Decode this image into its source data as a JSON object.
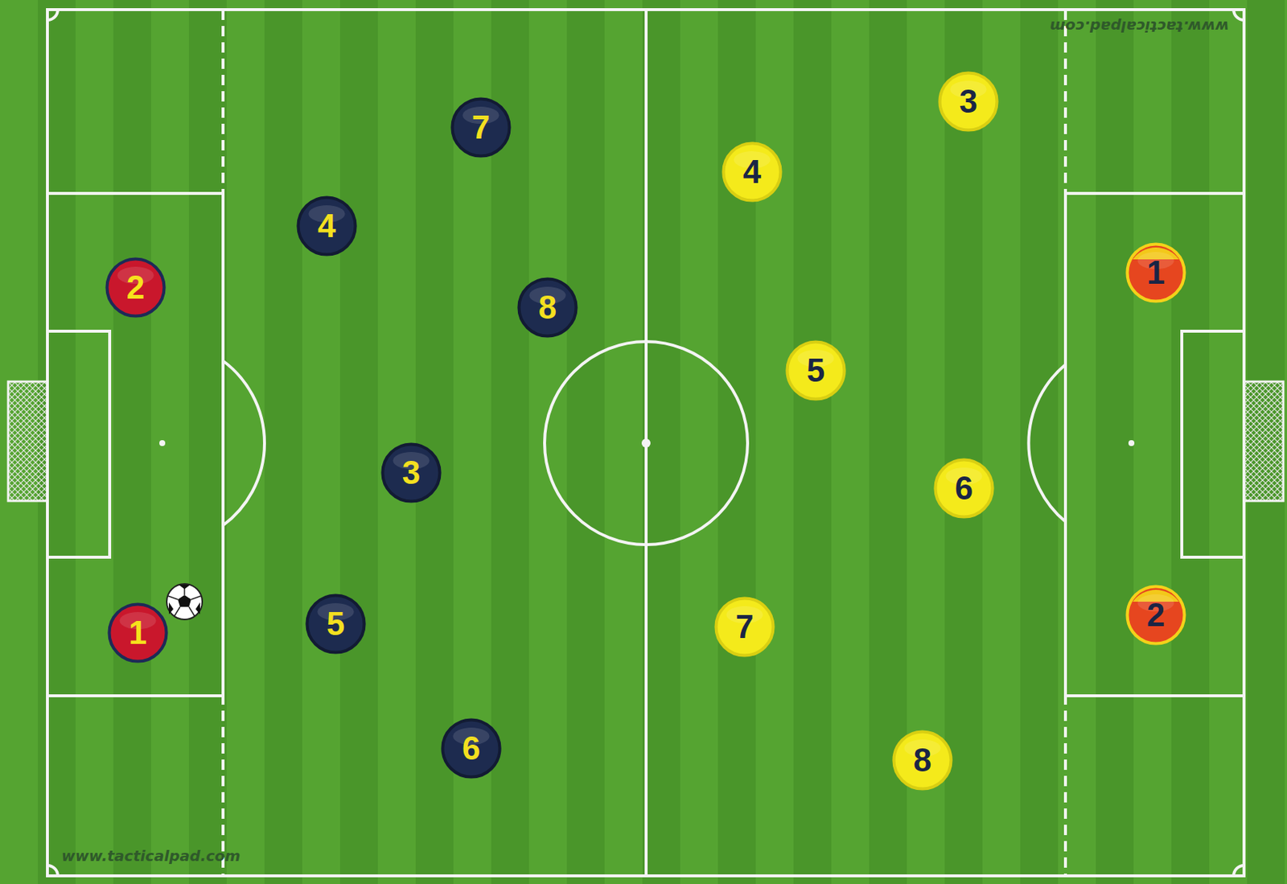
{
  "diagram": {
    "nodes": [
      {
        "text": [
          "2"
        ]
      },
      {
        "text": [
          "1"
        ]
      },
      {
        "text": [
          "7"
        ]
      },
      {
        "text": [
          "4"
        ]
      },
      {
        "text": [
          "8"
        ]
      },
      {
        "text": [
          "3"
        ]
      },
      {
        "text": [
          "5"
        ]
      },
      {
        "text": [
          "6"
        ]
      },
      {
        "text": [
          "3"
        ]
      },
      {
        "text": [
          "4"
        ]
      },
      {
        "text": [
          "5"
        ]
      },
      {
        "text": [
          "6"
        ]
      },
      {
        "text": [
          "7"
        ]
      },
      {
        "text": [
          "8"
        ]
      },
      {
        "text": [
          "1"
        ]
      },
      {
        "text": [
          "2"
        ]
      }
    ],
    "labels": [
      "www.tacticalpad.com",
      "www.tacticalpad.com"
    ]
  }
}
